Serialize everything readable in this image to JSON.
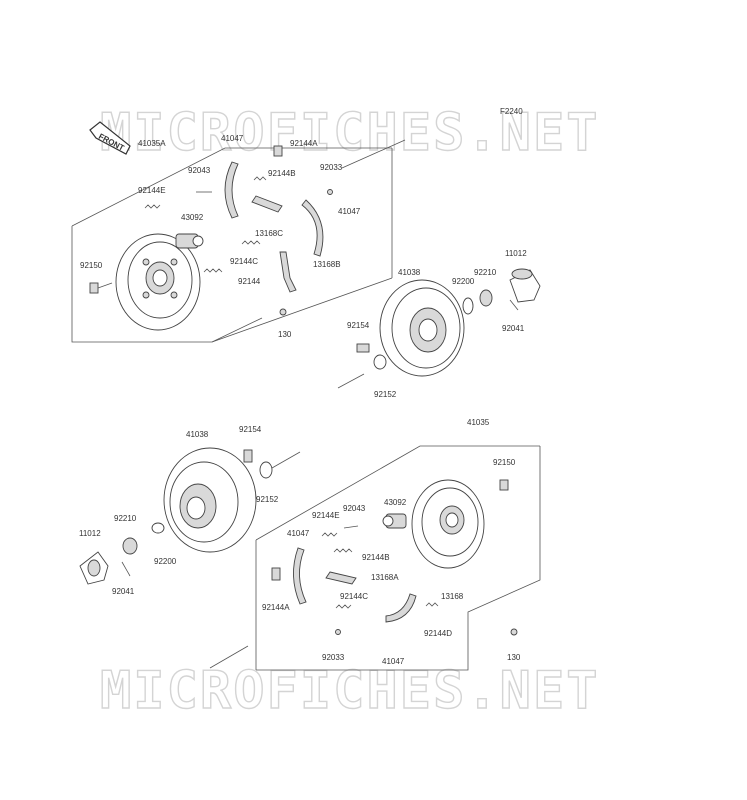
{
  "code": "F2240",
  "watermark": "MICROFICHES.NET",
  "front_label": "FRONT",
  "labels": {
    "p41035A": "41035A",
    "p41047_top": "41047",
    "p92144A_top": "92144A",
    "p92043_top": "92043",
    "p92033_top": "92033",
    "p92144E_top": "92144E",
    "p92144B_top": "92144B",
    "p41047_right": "41047",
    "p43092_top": "43092",
    "p13168C": "13168C",
    "p92144C_top": "92144C",
    "p13168B": "13168B",
    "p92150_top": "92150",
    "p92144_top": "92144",
    "p130_top": "130",
    "p11012_top": "11012",
    "p41038_top": "41038",
    "p92200_top": "92200",
    "p92210_top": "92210",
    "p92041_top": "92041",
    "p92154_top": "92154",
    "p92152_top": "92152",
    "p41038_bot": "41038",
    "p92154_bot": "92154",
    "p41035": "41035",
    "p92152_bot": "92152",
    "p92150_bot": "92150",
    "p92210_bot": "92210",
    "p92043_bot": "92043",
    "p43092_bot": "43092",
    "p92144E_bot": "92144E",
    "p41047_botleft": "41047",
    "p11012_bot": "11012",
    "p92200_bot": "92200",
    "p92144B_bot": "92144B",
    "p13168A": "13168A",
    "p92041_bot": "92041",
    "p92144A_bot": "92144A",
    "p92144C_bot": "92144C",
    "p13168_bot": "13168",
    "p92144D": "92144D",
    "p92033_bot": "92033",
    "p41047_bot": "41047",
    "p130_bot": "130"
  }
}
